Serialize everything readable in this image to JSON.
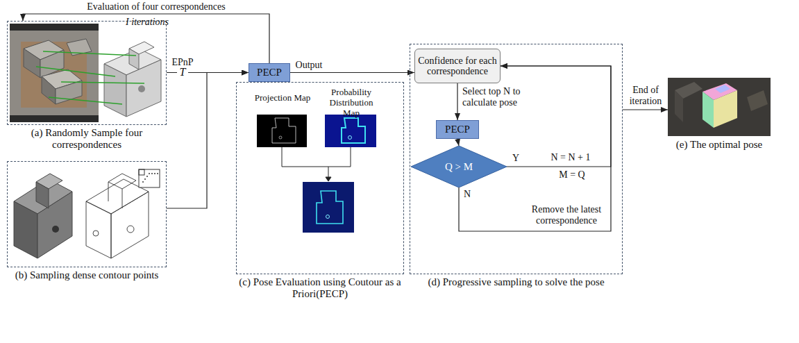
{
  "diagram": {
    "nodes": [
      {
        "text": [
          "(a) Randomly Sample four correspondences"
        ]
      },
      {
        "text": [
          "(b) Sampling dense contour points"
        ]
      },
      {
        "text": [
          "PECP"
        ]
      },
      {
        "text": [
          "(c) Pose Evaluation using Coutour as a Priori(PECP)"
        ]
      },
      {
        "text": [
          "(d) Progressive sampling to solve the pose"
        ]
      },
      {
        "text": [
          "Confidence for each correspondence"
        ],
        "in": 4
      },
      {
        "text": [
          "PECP"
        ],
        "in": 4
      },
      {
        "text": [
          "Q > M"
        ],
        "in": 4
      },
      {
        "text": [
          "(e) The optimal pose"
        ]
      }
    ],
    "edges": [
      {
        "from": 0,
        "to": 2,
        "label": "EPnP",
        "arrow": "to"
      },
      {
        "from": 1,
        "to": 2,
        "arrow": "to"
      },
      {
        "from": 2,
        "to": 0,
        "label": "Evaluation of four correspondences",
        "arrow": "to"
      },
      {
        "from": 2,
        "to": 5,
        "label": "Output",
        "arrow": "to"
      },
      {
        "from": 5,
        "to": 6,
        "label": "Select top N to calculate pose",
        "arrow": "to"
      },
      {
        "from": 6,
        "to": 7,
        "arrow": "to"
      },
      {
        "from": 7,
        "to": 5,
        "label": "Y",
        "arrow": "to"
      },
      {
        "from": 7,
        "to": 5,
        "label": "N",
        "arrow": "to"
      },
      {
        "from": 4,
        "to": 8,
        "label": "End of iteration",
        "arrow": "to"
      }
    ],
    "labels": [
      "I iterations",
      "T",
      "Projection Map",
      "Probability Distribution Map",
      "N = N + 1",
      "M = Q",
      "Remove the latest correspondence"
    ]
  }
}
